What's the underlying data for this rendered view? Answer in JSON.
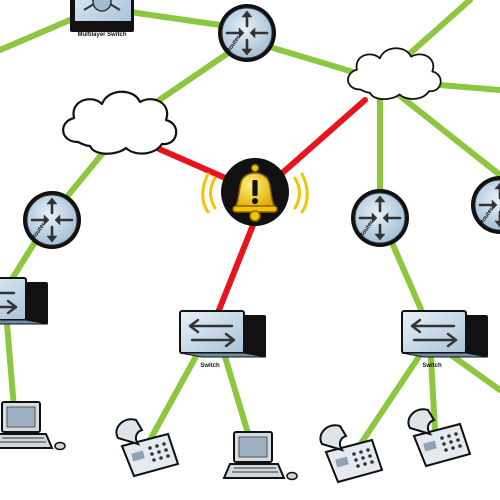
{
  "labels": {
    "router": "Router",
    "switch": "Switch",
    "multilayer_switch": "Multilayer Switch"
  },
  "colors": {
    "normal_link": "#8dc63f",
    "alert_link": "#e8141c",
    "alarm_bell": "#f5c400",
    "device_face": "#c9dbe8"
  },
  "icons": [
    "router-icon",
    "switch-icon",
    "multilayer-switch-icon",
    "cloud-icon",
    "alarm-bell-icon",
    "desktop-computer-icon",
    "ip-phone-icon"
  ]
}
